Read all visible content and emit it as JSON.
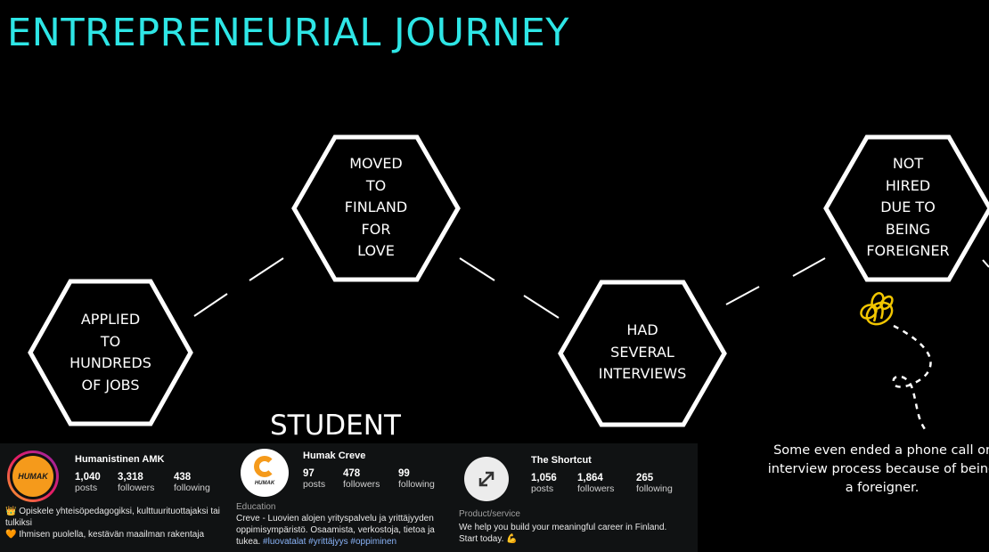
{
  "title": "ENTREPRENEURIAL JOURNEY",
  "steps": [
    {
      "lines": [
        "APPLIED",
        "TO",
        "HUNDREDS",
        "OF JOBS"
      ]
    },
    {
      "lines": [
        "MOVED",
        "TO",
        "FINLAND",
        "FOR",
        "LOVE"
      ]
    },
    {
      "lines": [
        "HAD",
        "SEVERAL",
        "INTERVIEWS"
      ]
    },
    {
      "lines": [
        "NOT",
        "HIRED",
        "DUE TO",
        "BEING",
        "FOREIGNER"
      ]
    }
  ],
  "student_label": "STUDENT",
  "note": "Some even ended a phone call or interview process because of being a foreigner.",
  "profiles": [
    {
      "name": "Humanistinen AMK",
      "logo_text": "HUMAK",
      "stats": [
        {
          "num": "1,040",
          "label": "posts"
        },
        {
          "num": "3,318",
          "label": "followers"
        },
        {
          "num": "438",
          "label": "following"
        }
      ],
      "category": "",
      "bio_lines": [
        "👑 Opiskele yhteisöpedagogiksi, kulttuurituottajaksi tai tulkiksi",
        "🧡 Ihmisen puolella, kestävän maailman rakentaja"
      ],
      "tags": ""
    },
    {
      "name": "Humak Creve",
      "logo_text": "HUMAK",
      "stats": [
        {
          "num": "97",
          "label": "posts"
        },
        {
          "num": "478",
          "label": "followers"
        },
        {
          "num": "99",
          "label": "following"
        }
      ],
      "category": "Education",
      "bio_lines": [
        "Creve - Luovien alojen yrityspalvelu ja yrittäjyyden oppimisympäristö. Osaamista, verkostoja, tietoa ja tukea."
      ],
      "tags": "#luovatalat #yrittäjyys #oppiminen"
    },
    {
      "name": "The Shortcut",
      "logo_text": "",
      "stats": [
        {
          "num": "1,056",
          "label": "posts"
        },
        {
          "num": "1,864",
          "label": "followers"
        },
        {
          "num": "265",
          "label": "following"
        }
      ],
      "category": "Product/service",
      "bio_lines": [
        "We help you build your meaningful career in Finland.",
        "Start today. 💪"
      ],
      "tags": ""
    }
  ],
  "colors": {
    "title": "#2ee6e6",
    "background": "#000000",
    "bee": "#f2c600",
    "hexagon_stroke": "#ffffff"
  },
  "icons": [
    "bee-icon",
    "shortcut-logo-icon",
    "humak-logo-icon",
    "creve-logo-icon"
  ]
}
